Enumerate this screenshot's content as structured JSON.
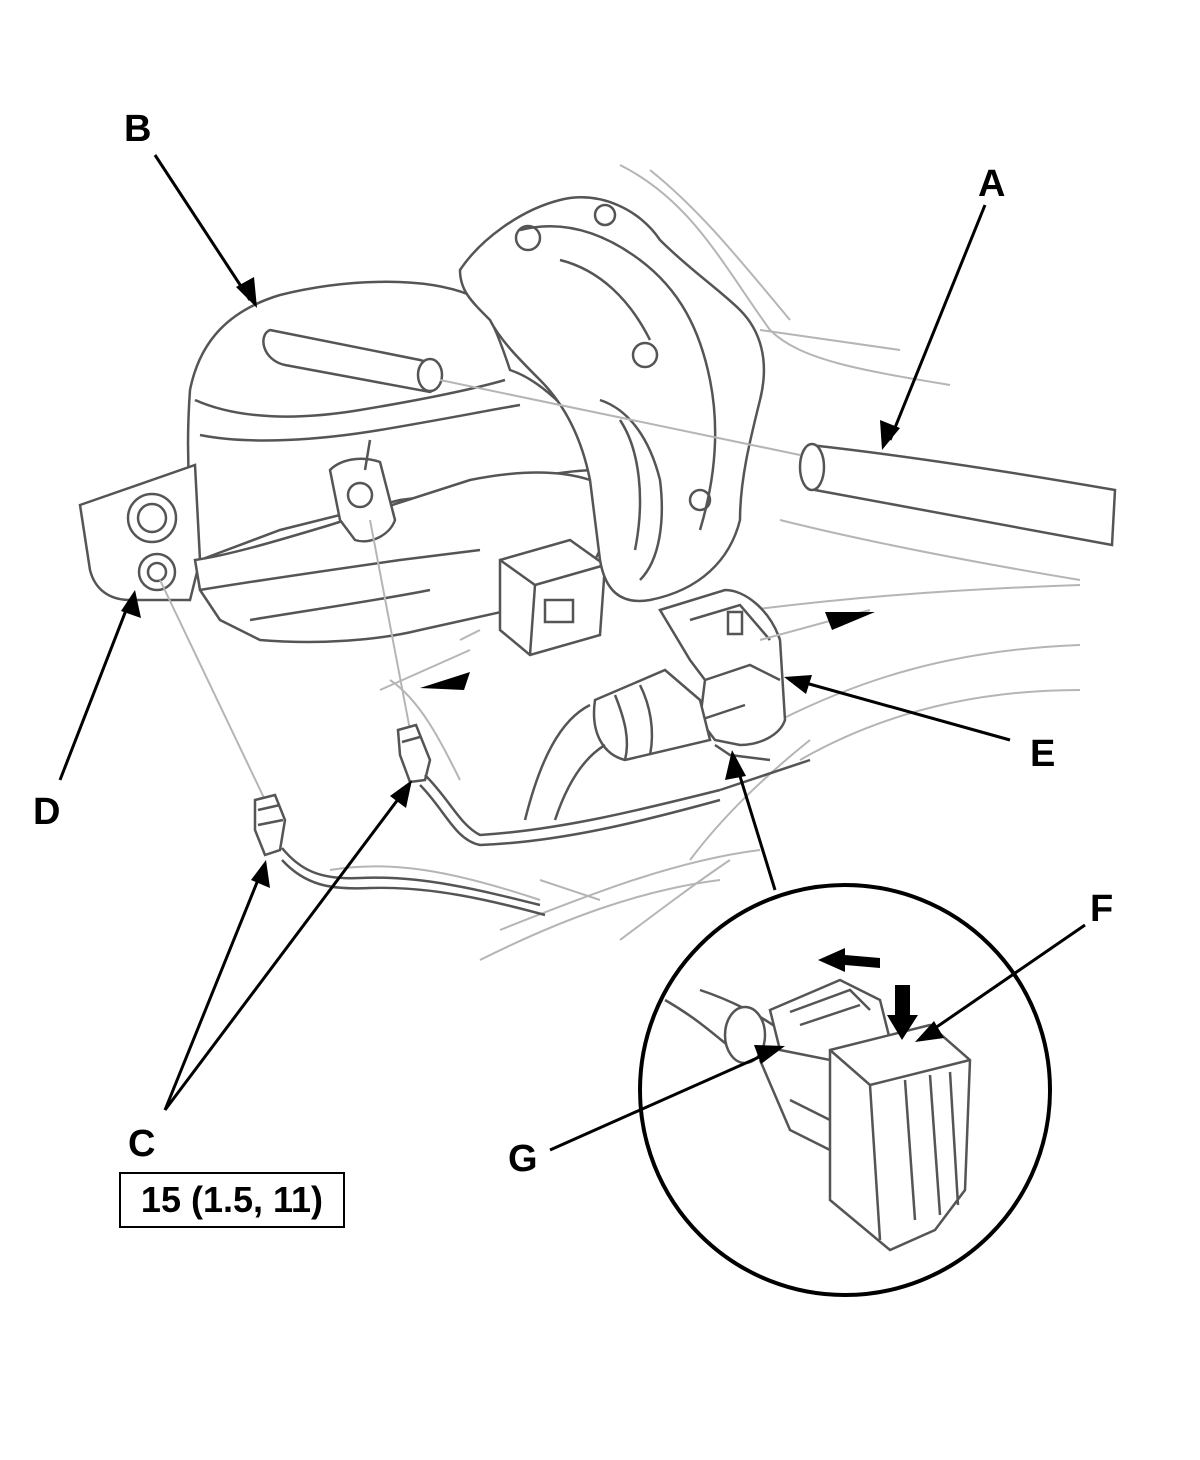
{
  "callouts": {
    "a": "A",
    "b": "B",
    "c": "C",
    "d": "D",
    "e": "E",
    "f": "F",
    "g": "G"
  },
  "torque": "15 (1.5, 11)"
}
